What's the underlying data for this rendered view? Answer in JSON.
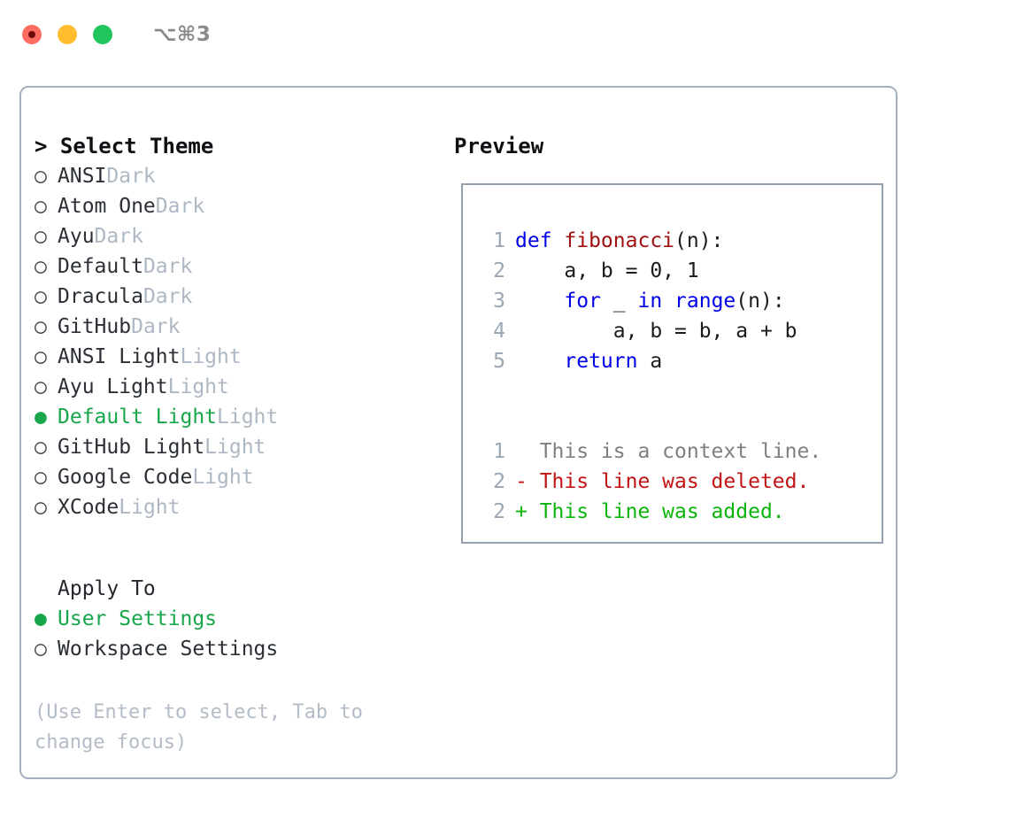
{
  "titlebar": {
    "lights": [
      {
        "name": "close",
        "color": "#fd6b62"
      },
      {
        "name": "minimize",
        "color": "#ffbe2e"
      },
      {
        "name": "zoom",
        "color": "#22c55e"
      }
    ],
    "shortcut": "⌥⌘3"
  },
  "theme_selector": {
    "header": "> Select Theme",
    "selected_color": "#17a74a",
    "marker_selected": "●",
    "marker_unselected": "○",
    "items": [
      {
        "marker": "○",
        "label": "ANSI",
        "tag": "Dark",
        "selected": false
      },
      {
        "marker": "○",
        "label": "Atom One",
        "tag": "Dark",
        "selected": false
      },
      {
        "marker": "○",
        "label": "Ayu",
        "tag": "Dark",
        "selected": false
      },
      {
        "marker": "○",
        "label": "Default",
        "tag": "Dark",
        "selected": false
      },
      {
        "marker": "○",
        "label": "Dracula",
        "tag": "Dark",
        "selected": false
      },
      {
        "marker": "○",
        "label": "GitHub",
        "tag": "Dark",
        "selected": false
      },
      {
        "marker": "○",
        "label": "ANSI Light",
        "tag": "Light",
        "selected": false
      },
      {
        "marker": "○",
        "label": "Ayu Light",
        "tag": "Light",
        "selected": false
      },
      {
        "marker": "●",
        "label": "Default Light",
        "tag": "Light",
        "selected": true
      },
      {
        "marker": "○",
        "label": "GitHub Light",
        "tag": "Light",
        "selected": false
      },
      {
        "marker": "○",
        "label": "Google Code",
        "tag": "Light",
        "selected": false
      },
      {
        "marker": "○",
        "label": "XCode",
        "tag": "Light",
        "selected": false
      }
    ]
  },
  "apply_to": {
    "header": "Apply To",
    "items": [
      {
        "marker": "●",
        "label": "User Settings",
        "selected": true
      },
      {
        "marker": "○",
        "label": "Workspace Settings",
        "selected": false
      }
    ]
  },
  "hint": "(Use Enter to select, Tab to change focus)",
  "preview": {
    "title": "Preview",
    "code_lines": [
      {
        "no": "1",
        "segments": [
          {
            "t": "def ",
            "c": "kw"
          },
          {
            "t": "fibonacci",
            "c": "fn"
          },
          {
            "t": "(n):",
            "c": "pl"
          }
        ]
      },
      {
        "no": "2",
        "segments": [
          {
            "t": "    a, b = 0, 1",
            "c": "pl"
          }
        ]
      },
      {
        "no": "3",
        "segments": [
          {
            "t": "    ",
            "c": "pl"
          },
          {
            "t": "for",
            "c": "kw"
          },
          {
            "t": " _ ",
            "c": "pl"
          },
          {
            "t": "in",
            "c": "kw"
          },
          {
            "t": " ",
            "c": "pl"
          },
          {
            "t": "range",
            "c": "kw"
          },
          {
            "t": "(n):",
            "c": "pl"
          }
        ]
      },
      {
        "no": "4",
        "segments": [
          {
            "t": "        a, b = b, a + b",
            "c": "pl"
          }
        ]
      },
      {
        "no": "5",
        "segments": [
          {
            "t": "    ",
            "c": "pl"
          },
          {
            "t": "return",
            "c": "kw"
          },
          {
            "t": " a",
            "c": "pl"
          }
        ]
      }
    ],
    "diff_lines": [
      {
        "no": "1",
        "text": "  This is a context line.",
        "kind": "ctx"
      },
      {
        "no": "2",
        "text": "- This line was deleted.",
        "kind": "del"
      },
      {
        "no": "2",
        "text": "+ This line was added.",
        "kind": "add"
      }
    ]
  }
}
